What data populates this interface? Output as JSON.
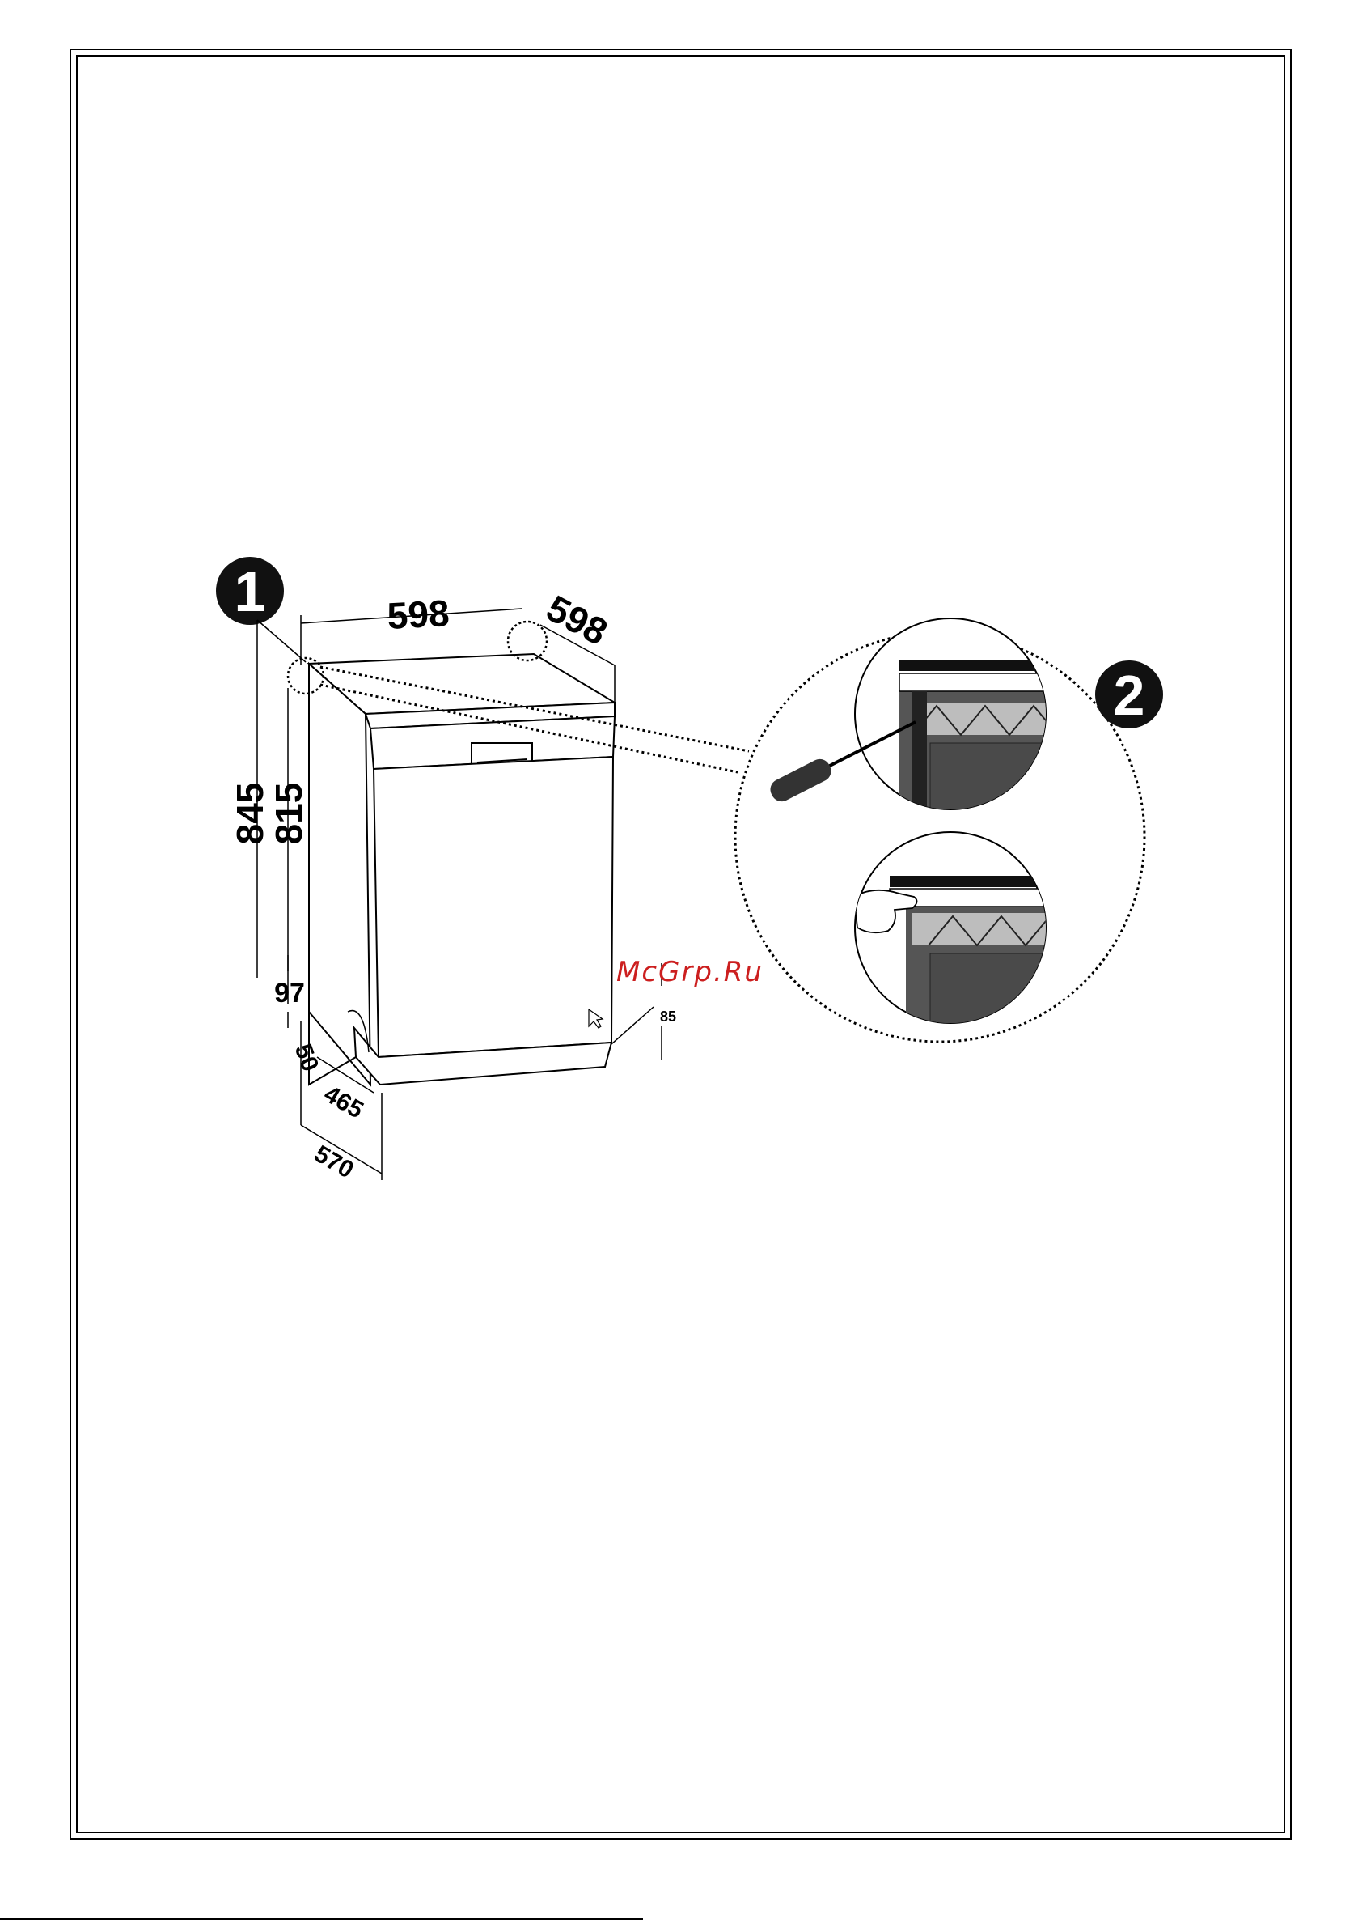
{
  "diagram": {
    "step_markers": {
      "step1": "1",
      "step2": "2"
    },
    "dimensions": {
      "width_front": "598",
      "depth_top": "598",
      "height_total": "845",
      "height_body": "815",
      "plinth": "97",
      "foot": "50",
      "depth_inner": "465",
      "depth_total": "570",
      "adjust": "85"
    },
    "watermark": "McGrp.Ru",
    "colors": {
      "ink": "#000000",
      "watermark": "#cc1f1f",
      "panel": "#4a4a4a"
    }
  }
}
